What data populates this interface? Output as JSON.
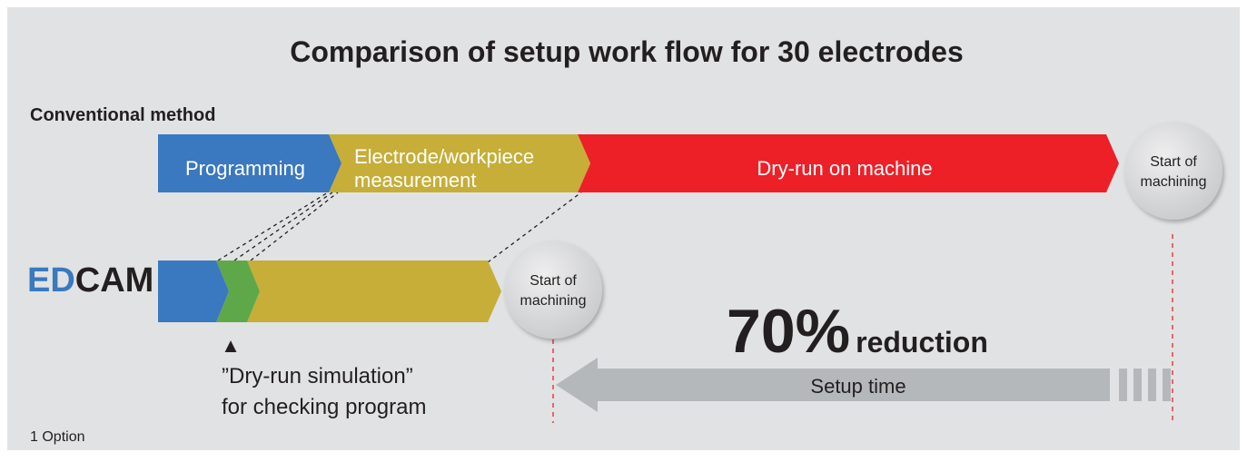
{
  "title": "Comparison of setup work flow for 30 electrodes",
  "conventional": {
    "label": "Conventional method",
    "programming": "Programming",
    "measurement_line1": "Electrode/workpiece",
    "measurement_line2": "measurement",
    "dryrun": "Dry-run on machine",
    "end_line1": "Start of",
    "end_line2": "machining"
  },
  "edcam": {
    "logo_part1": "ED",
    "logo_part2": "CAM",
    "end_line1": "Start of",
    "end_line2": "machining"
  },
  "simulation": {
    "marker": "▲",
    "line1": "”Dry-run simulation”",
    "line2": "for checking program"
  },
  "reduction": {
    "percent": "70%",
    "word": "reduction",
    "arrow_label": "Setup time"
  },
  "footnote": "1 Option",
  "colors": {
    "background": "#e1e2e3",
    "programming": "#3a78bf",
    "measurement": "#c6ae39",
    "dryrun": "#ed2028",
    "simulation": "#5fa84a",
    "circle": "#d7d8d9",
    "arrow": "#b5b8bb",
    "edcam_blue": "#3a78bf",
    "edcam_dark": "#231f20"
  }
}
